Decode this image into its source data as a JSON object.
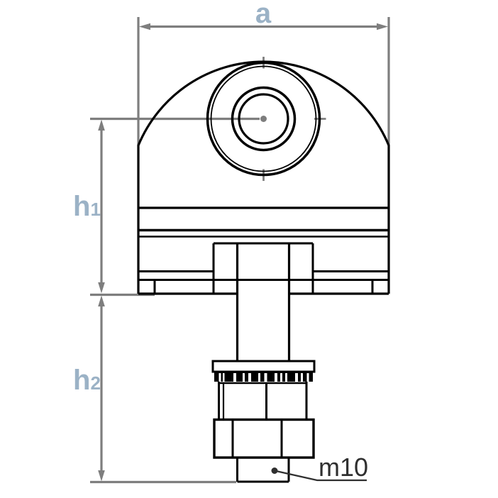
{
  "drawing": {
    "labels": {
      "width": {
        "text": "a"
      },
      "height_upper": {
        "base": "h",
        "sub": "1"
      },
      "height_lower": {
        "base": "h",
        "sub": "2"
      },
      "thread": {
        "text": "m10"
      }
    },
    "colors": {
      "line": "#000000",
      "dimension": "#7e7e7e",
      "dim_label": "#9bb2c6",
      "thread_label": "#2f2f2f",
      "background": "#ffffff"
    }
  }
}
